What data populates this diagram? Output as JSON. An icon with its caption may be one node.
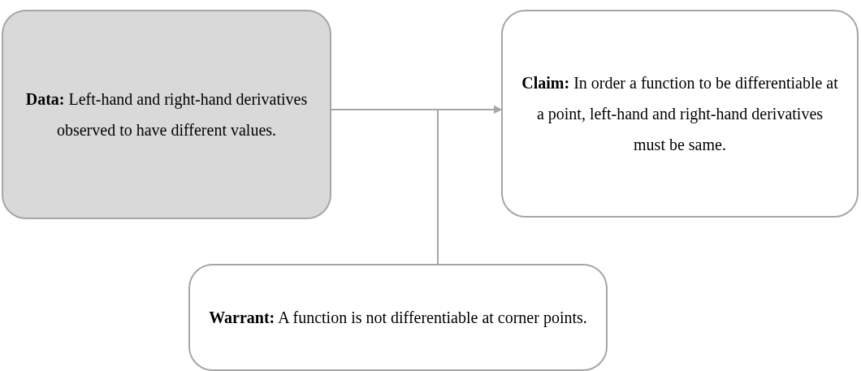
{
  "diagram": {
    "nodes": [
      {
        "text": [
          "**Data:** Left-hand and right-hand derivatives observed to have different values."
        ]
      },
      {
        "text": [
          "**Claim:** In order a function to be differentiable at a point, left-hand and right-hand derivatives must be same."
        ]
      },
      {
        "text": [
          "**Warrant:** A function is not differentiable at corner points."
        ]
      }
    ],
    "edges": [
      {
        "from": 0,
        "to": 1,
        "arrow": "to"
      },
      {
        "from": 2,
        "to": 1,
        "arrow": "to"
      }
    ]
  }
}
